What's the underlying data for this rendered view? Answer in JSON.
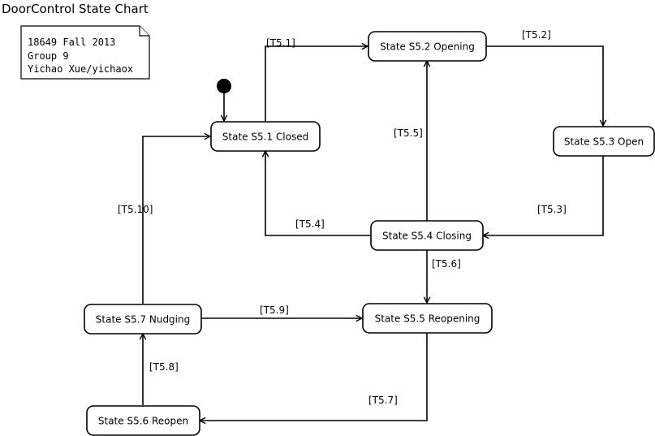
{
  "title": "DoorControl State Chart",
  "note": {
    "lines": [
      "18649 Fall 2013",
      "Group 9",
      "Yichao Xue/yichaox"
    ]
  },
  "states": {
    "s51": "State S5.1 Closed",
    "s52": "State S5.2 Opening",
    "s53": "State S5.3 Open",
    "s54": "State S5.4 Closing",
    "s55": "State S5.5 Reopening",
    "s56": "State S5.6 Reopen",
    "s57": "State S5.7 Nudging"
  },
  "transitions": {
    "t1": "[T5.1]",
    "t2": "[T5.2]",
    "t3": "[T5.3]",
    "t4": "[T5.4]",
    "t5": "[T5.5]",
    "t6": "[T5.6]",
    "t7": "[T5.7]",
    "t8": "[T5.8]",
    "t9": "[T5.9]",
    "t10": "[T5.10]"
  }
}
